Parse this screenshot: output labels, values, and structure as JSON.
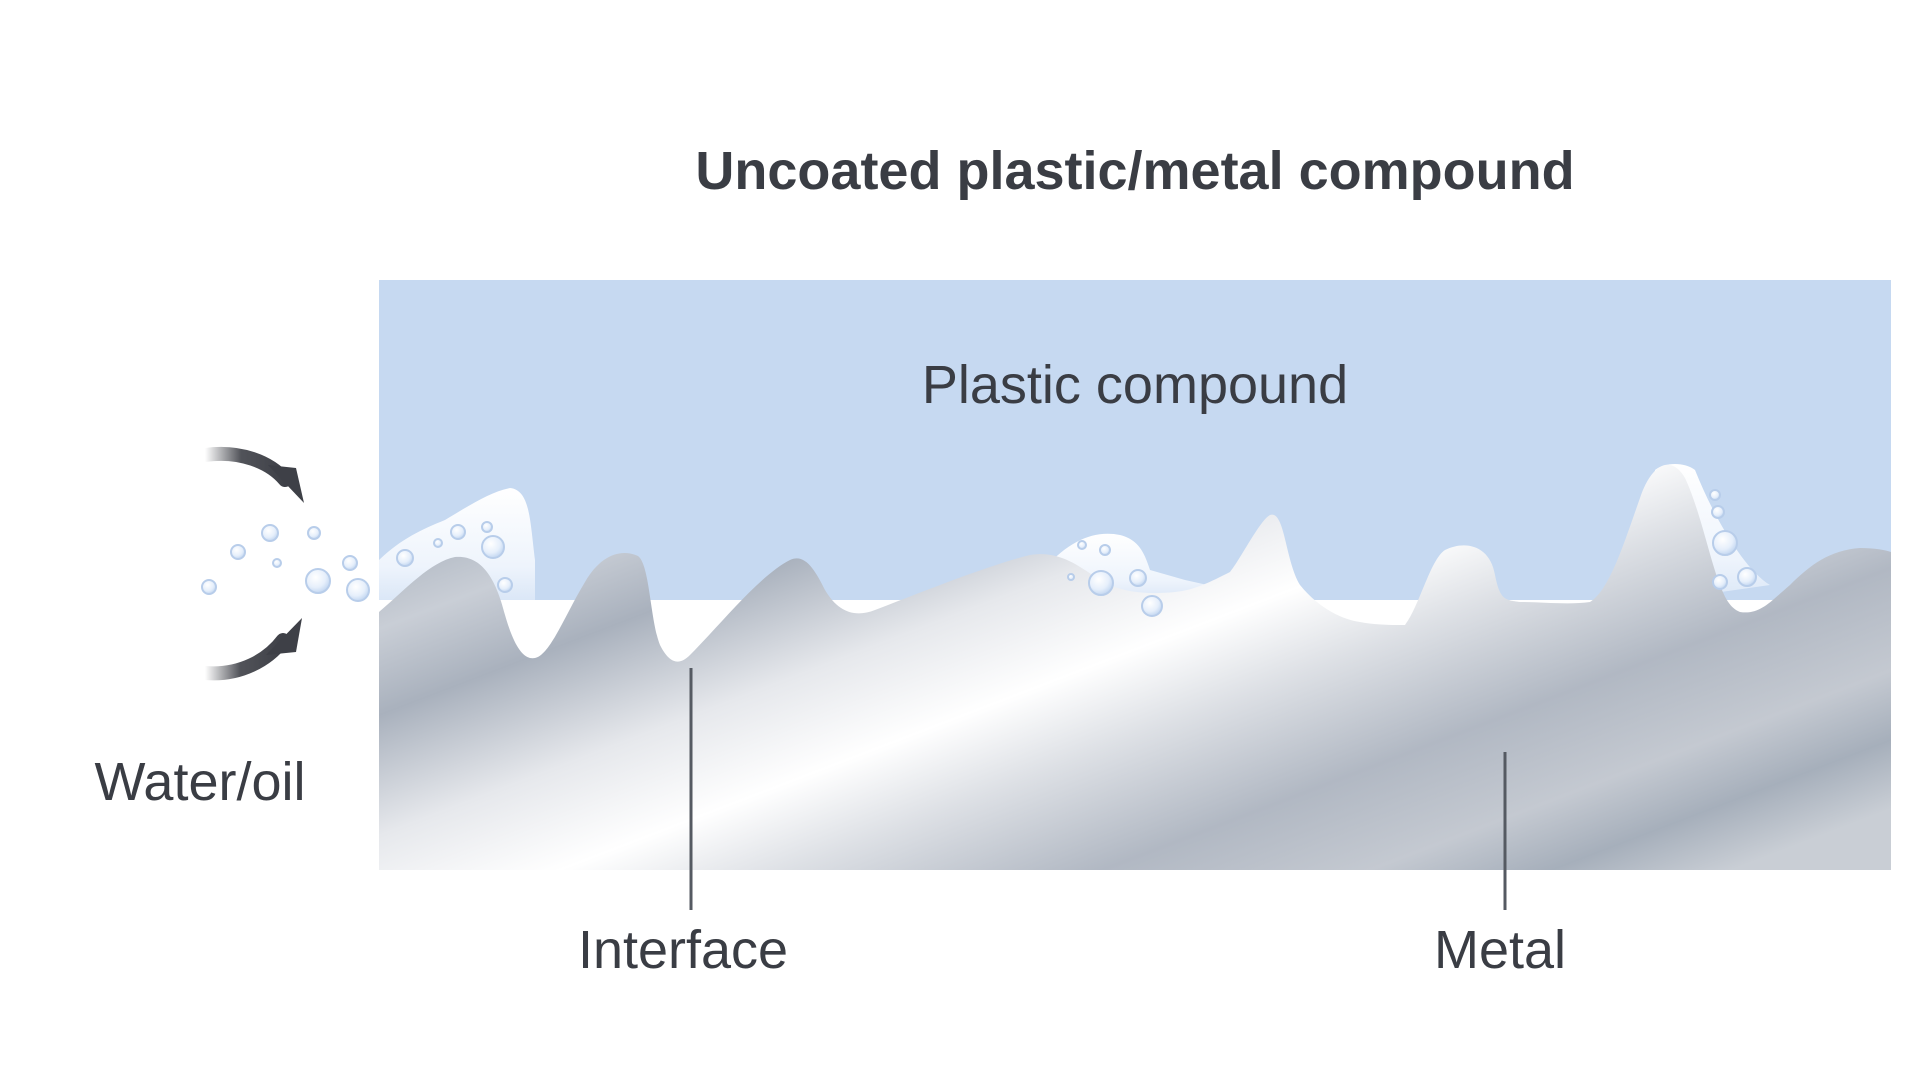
{
  "title": "Uncoated plastic/metal compound",
  "labels": {
    "plastic": "Plastic compound",
    "water_oil": "Water/oil",
    "interface": "Interface",
    "metal": "Metal"
  },
  "colors": {
    "plastic_fill": "#c6d9f1",
    "text": "#3a3d44",
    "arrow": "#3e4047",
    "metal_light": "#ffffff",
    "metal_dark": "#a3acb8",
    "leader_line": "#555a62",
    "bubble": "#c9dbf4"
  },
  "icons": {
    "inflow_arrows": "curved-arrow-icon",
    "bubbles": "bubble-icon"
  }
}
